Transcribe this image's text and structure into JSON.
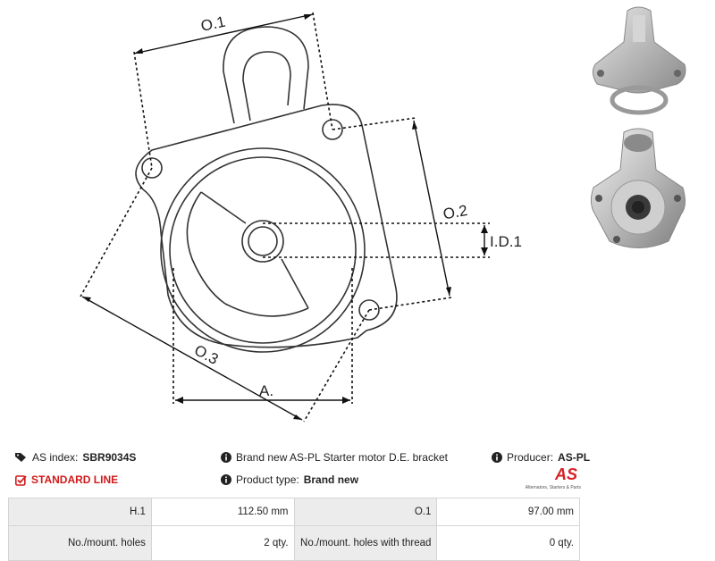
{
  "drawing": {
    "labels": {
      "o1": "O.1",
      "o2": "O.2",
      "o3": "O.3",
      "id1": "I.D.1",
      "a": "A."
    }
  },
  "info": {
    "as_index_label": "AS index:",
    "as_index_value": "SBR9034S",
    "standard_line": "STANDARD LINE",
    "description": "Brand new AS-PL Starter motor D.E. bracket",
    "producer_label": "Producer:",
    "producer_value": "AS-PL",
    "product_type_label": "Product type:",
    "product_type_value": "Brand new"
  },
  "logo": {
    "mark": "AS",
    "tagline": "Alternators, Starters & Parts"
  },
  "specs": [
    {
      "label": "H.1",
      "value": "112.50 mm",
      "label2": "O.1",
      "value2": "97.00 mm"
    },
    {
      "label": "No./mount. holes",
      "value": "2 qty.",
      "label2": "No./mount. holes with thread",
      "value2": "0 qty."
    }
  ],
  "colors": {
    "accent": "#d11a1a",
    "table_label_bg": "#ececec"
  },
  "icons": {
    "tags": "tags-icon",
    "check": "checkbox-icon",
    "info": "info-icon"
  }
}
